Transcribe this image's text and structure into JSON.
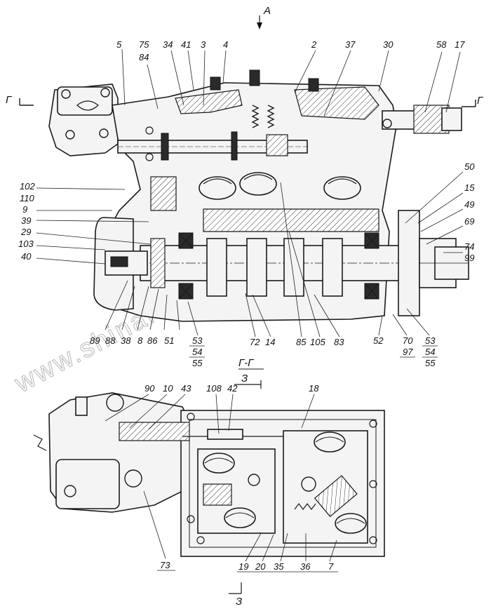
{
  "view_markers": {
    "top_arrow": "A",
    "section_left": "Г",
    "section_right": "Г",
    "section_title": "Г-Г",
    "z_top": "З",
    "z_bottom": "З"
  },
  "watermark": "www.shinaron-tool.kz",
  "upper_labels": {
    "l5": "5",
    "l75": "75",
    "l84": "84",
    "l34": "34",
    "l41": "41",
    "l3": "3",
    "l4": "4",
    "l2": "2",
    "l37": "37",
    "l30": "30",
    "l58": "58",
    "l17": "17",
    "l50": "50",
    "l15": "15",
    "l49": "49",
    "l69": "69",
    "l74": "74",
    "l99": "99",
    "l102": "102",
    "l110": "110",
    "l9": "9",
    "l39": "39",
    "l29": "29",
    "l103": "103",
    "l40": "40",
    "l89": "89",
    "l88": "88",
    "l38": "38",
    "l8": "8",
    "l86": "86",
    "l51": "51",
    "l53a": "53",
    "l54a": "54",
    "l55a": "55",
    "l72": "72",
    "l14": "14",
    "l85": "85",
    "l105": "105",
    "l83": "83",
    "l52": "52",
    "l70": "70",
    "l97": "97",
    "l53b": "53",
    "l54b": "54",
    "l55b": "55"
  },
  "lower_labels": {
    "l90": "90",
    "l10": "10",
    "l43": "43",
    "l108": "108",
    "l42": "42",
    "l18": "18",
    "l73": "73",
    "l19": "19",
    "l20": "20",
    "l35": "35",
    "l36": "36",
    "l7": "7"
  }
}
